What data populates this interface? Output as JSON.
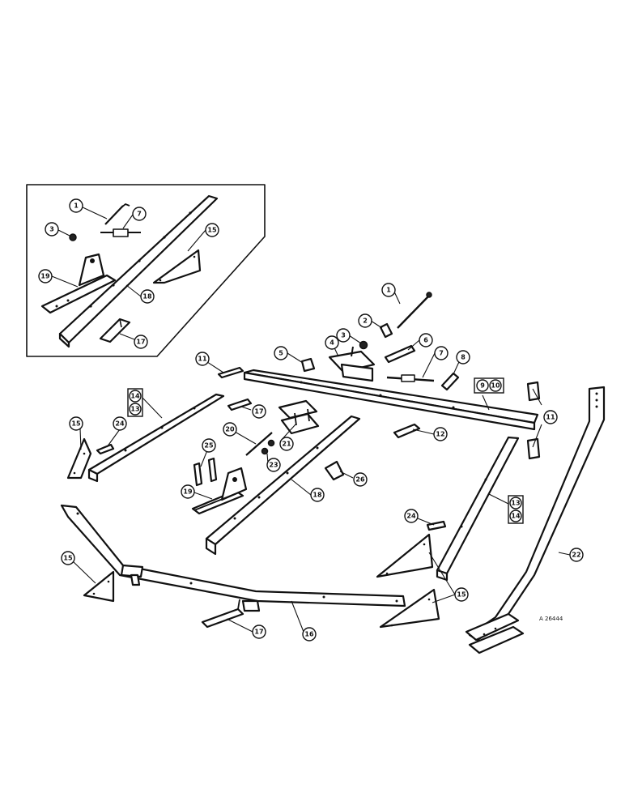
{
  "drawing_ref": "A 26444",
  "inset": {
    "callouts": [
      "1",
      "3",
      "7",
      "15",
      "19",
      "18",
      "17"
    ]
  },
  "callouts": [
    "1",
    "2",
    "3",
    "4",
    "5",
    "6",
    "7",
    "8",
    "9",
    "10",
    "11",
    "11",
    "12",
    "13",
    "14",
    "15",
    "15",
    "15",
    "16",
    "17",
    "17",
    "18",
    "19",
    "20",
    "21",
    "22",
    "23",
    "24",
    "24",
    "25",
    "26",
    "13",
    "14"
  ]
}
